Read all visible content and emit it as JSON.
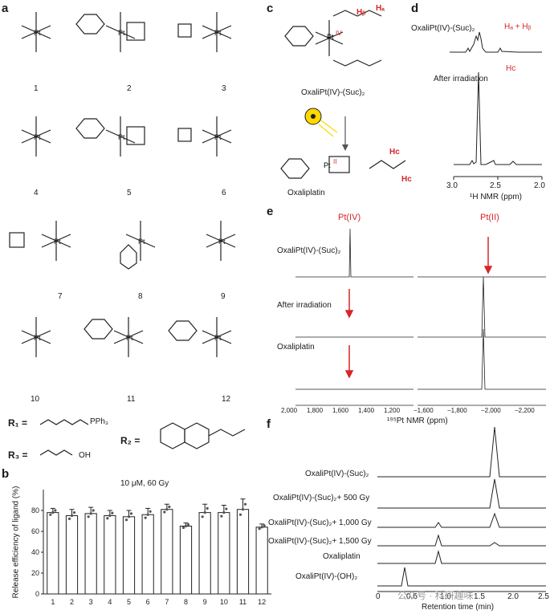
{
  "panels": {
    "a": "a",
    "b": "b",
    "c": "c",
    "d": "d",
    "e": "e",
    "f": "f"
  },
  "compounds": [
    "1",
    "2",
    "3",
    "4",
    "5",
    "6",
    "7",
    "8",
    "9",
    "10",
    "11",
    "12"
  ],
  "substituents": {
    "r1": "R₁ =",
    "r2": "R₂ =",
    "r3": "R₃ =",
    "pph3": "PPh₃",
    "oh": "OH"
  },
  "panel_c": {
    "prodrug": "OxaliPt(IV)-(Suc)₂",
    "product": "Oxaliplatin",
    "ha": "Hₐ",
    "hb": "Hᵦ",
    "hc": "Hᴄ",
    "pt_iv": "IV",
    "pt_ii": "II"
  },
  "panel_d": {
    "trace1": "OxaliPt(IV)-(Suc)₂",
    "trace1_peaks": "Hₐ + Hᵦ",
    "trace2": "After irradiation",
    "trace2_peak": "Hᴄ",
    "xlabel": "¹H NMR (ppm)",
    "xticks": [
      "3.0",
      "2.5",
      "2.0"
    ]
  },
  "panel_e": {
    "header_left": "Pt(IV)",
    "header_right": "Pt(II)",
    "rows": [
      "OxaliPt(IV)-(Suc)₂",
      "After irradiation",
      "Oxaliplatin"
    ],
    "xticks_left": [
      "2,000",
      "1,800",
      "1,600",
      "1,400",
      "1,200"
    ],
    "xticks_right": [
      "−1,600",
      "−1,800",
      "−2,000",
      "−2,200"
    ],
    "xlabel": "¹⁹⁵Pt NMR (ppm)"
  },
  "panel_f": {
    "traces": [
      "OxaliPt(IV)-(Suc)₂",
      "OxaliPt(IV)-(Suc)₂+ 500 Gy",
      "OxaliPt(IV)-(Suc)₂+ 1,000 Gy",
      "OxaliPt(IV)-(Suc)₂+ 1,500 Gy",
      "Oxaliplatin",
      "OxaliPt(IV)-(OH)₂"
    ],
    "xticks": [
      "0",
      "0.5",
      "1.0",
      "1.5",
      "2.0",
      "2.5"
    ],
    "xlabel": "Retention time (min)"
  },
  "watermark": "公众号 · 科研趣味",
  "chart_data": {
    "type": "bar",
    "title": "10 μM, 60 Gy",
    "ylabel": "Release efficiency of ligand (%)",
    "xlabel": "",
    "categories": [
      "1",
      "2",
      "3",
      "4",
      "5",
      "6",
      "7",
      "8",
      "9",
      "10",
      "11",
      "12"
    ],
    "values": [
      78,
      75,
      77,
      75,
      74,
      76,
      81,
      65,
      78,
      78,
      81,
      64
    ],
    "errors": [
      4,
      6,
      6,
      5,
      6,
      6,
      5,
      3,
      8,
      7,
      10,
      3
    ],
    "ylim": [
      0,
      100
    ],
    "yticks": [
      "0",
      "20",
      "40",
      "60",
      "80"
    ],
    "grid": false
  }
}
